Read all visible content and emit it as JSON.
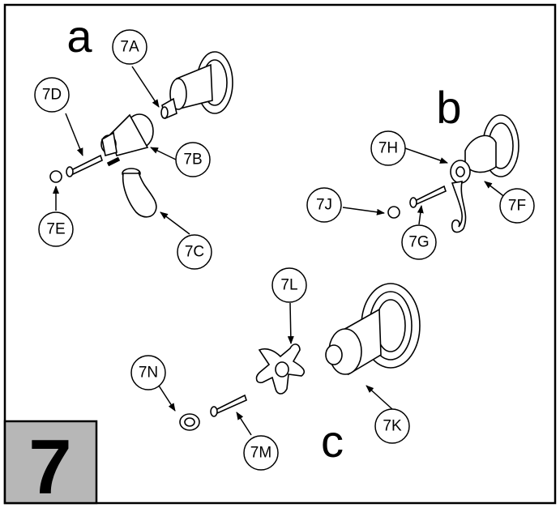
{
  "figure": {
    "step_number": "7",
    "sections": {
      "a": "a",
      "b": "b",
      "c": "c"
    }
  },
  "callouts": {
    "7A": "7A",
    "7B": "7B",
    "7C": "7C",
    "7D": "7D",
    "7E": "7E",
    "7F": "7F",
    "7G": "7G",
    "7H": "7H",
    "7J": "7J",
    "7K": "7K",
    "7L": "7L",
    "7M": "7M",
    "7N": "7N"
  },
  "colors": {
    "step_box_fill": "#b7b7b7",
    "line": "#000000",
    "background": "#ffffff"
  }
}
